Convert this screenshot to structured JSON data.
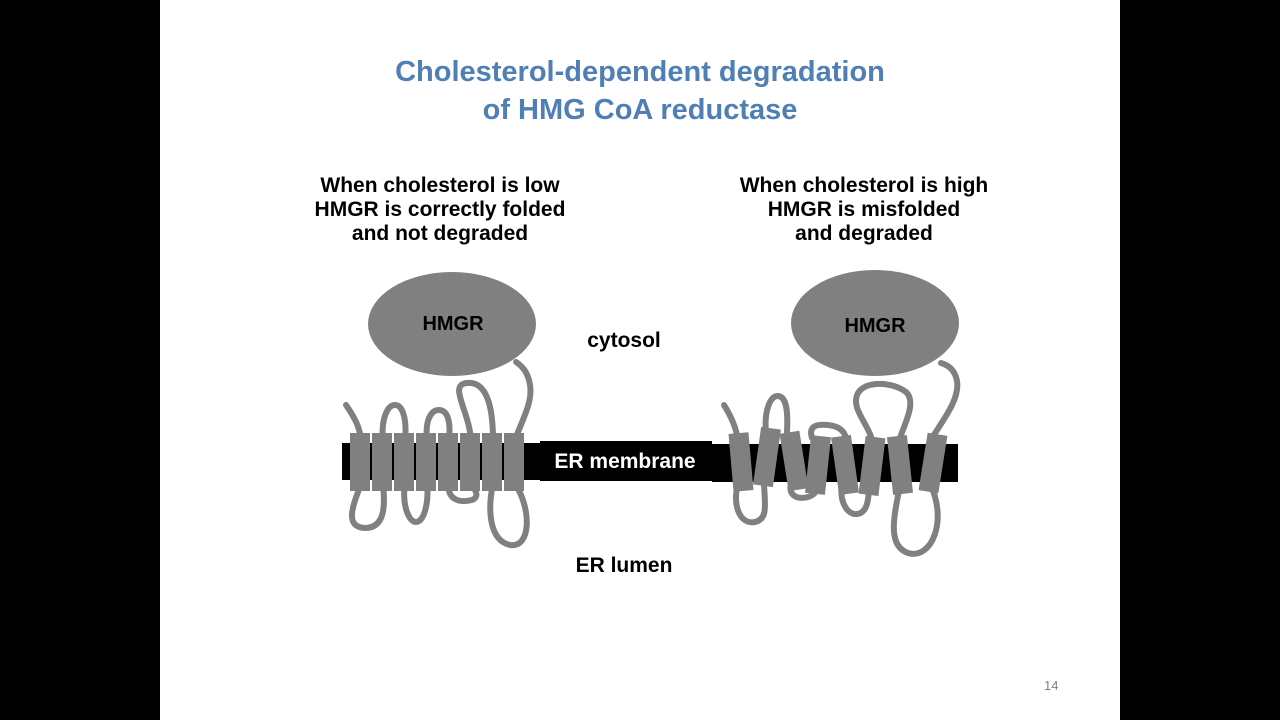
{
  "slide": {
    "title_line1": "Cholesterol-dependent degradation",
    "title_line2": "of HMG CoA reductase",
    "left_caption": [
      "When cholesterol is low",
      "HMGR is correctly folded",
      "and not degraded"
    ],
    "right_caption": [
      "When cholesterol is high",
      "HMGR is misfolded",
      "and degraded"
    ],
    "protein_left_label": "HMGR",
    "protein_right_label": "HMGR",
    "cytosol_label": "cytosol",
    "membrane_label": "ER membrane",
    "lumen_label": "ER lumen",
    "page_number": "14"
  },
  "colors": {
    "title": "#4f7fb5",
    "protein": "#7f7f7f",
    "membrane": "#000000",
    "background": "#ffffff"
  }
}
